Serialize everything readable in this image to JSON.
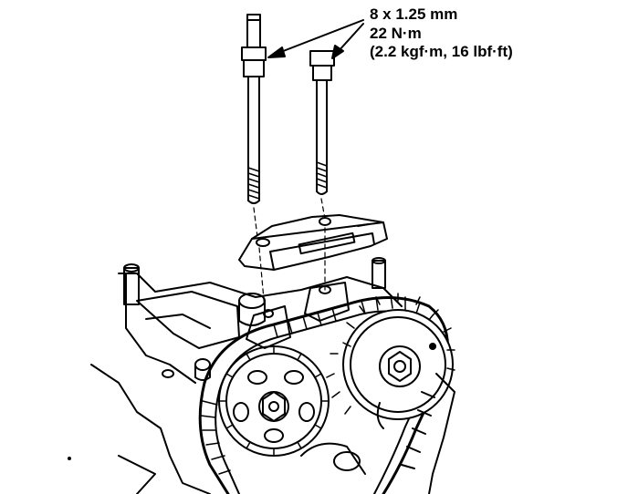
{
  "callout": {
    "bolt_size": "8 x 1.25 mm",
    "torque_nm": "22 N·m",
    "torque_alt": "(2.2 kgf·m, 16 lbf·ft)"
  },
  "colors": {
    "ink": "#000000",
    "paper": "#ffffff"
  },
  "parts": {
    "bolts": [
      "long-bolt",
      "long-bolt"
    ],
    "components": [
      "timing-chain-guide",
      "camshaft-sprocket",
      "timing-chain",
      "cylinder-head"
    ]
  }
}
